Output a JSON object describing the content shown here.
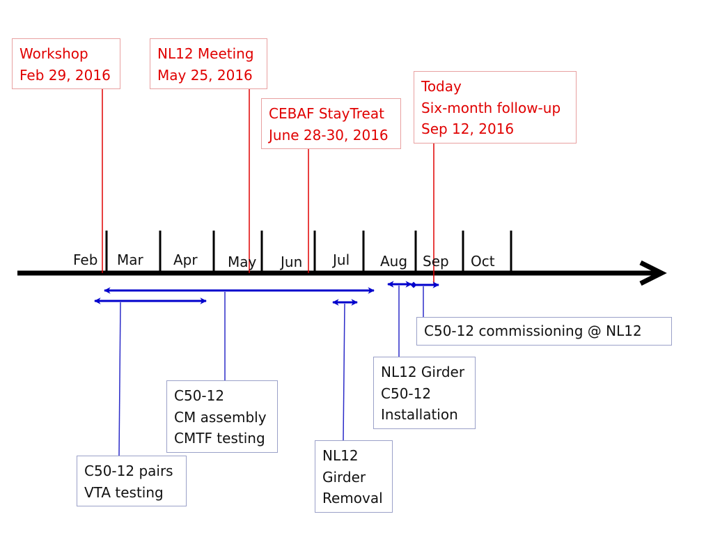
{
  "axis": {
    "months": [
      "Feb",
      "Mar",
      "Apr",
      "May",
      "Jun",
      "Jul",
      "Aug",
      "Sep",
      "Oct"
    ]
  },
  "events": [
    {
      "id": "workshop",
      "lines": [
        "Workshop",
        "Feb 29, 2016"
      ]
    },
    {
      "id": "nl12-meeting",
      "lines": [
        "NL12 Meeting",
        "May 25, 2016"
      ]
    },
    {
      "id": "cebaf-staytreat",
      "lines": [
        "CEBAF StayTreat",
        "June 28-30, 2016"
      ]
    },
    {
      "id": "today",
      "lines": [
        "Today",
        "Six-month follow-up",
        "Sep 12, 2016"
      ]
    }
  ],
  "tasks": [
    {
      "id": "commissioning",
      "lines": [
        "C50-12 commissioning @ NL12"
      ]
    },
    {
      "id": "girder-installation",
      "lines": [
        "NL12 Girder",
        "C50-12",
        "Installation"
      ]
    },
    {
      "id": "cm-assembly",
      "lines": [
        "C50-12",
        "CM assembly",
        "CMTF testing"
      ]
    },
    {
      "id": "girder-removal",
      "lines": [
        "NL12",
        "Girder",
        "Removal"
      ]
    },
    {
      "id": "vta-testing",
      "lines": [
        "C50-12 pairs",
        "VTA testing"
      ]
    }
  ],
  "colors": {
    "axis": "#000000",
    "event": "#e00000",
    "task_span": "#0000cc",
    "task_leader": "#2a2ac8",
    "task_border": "#9aa0c8",
    "event_border": "#e8a0a0"
  }
}
